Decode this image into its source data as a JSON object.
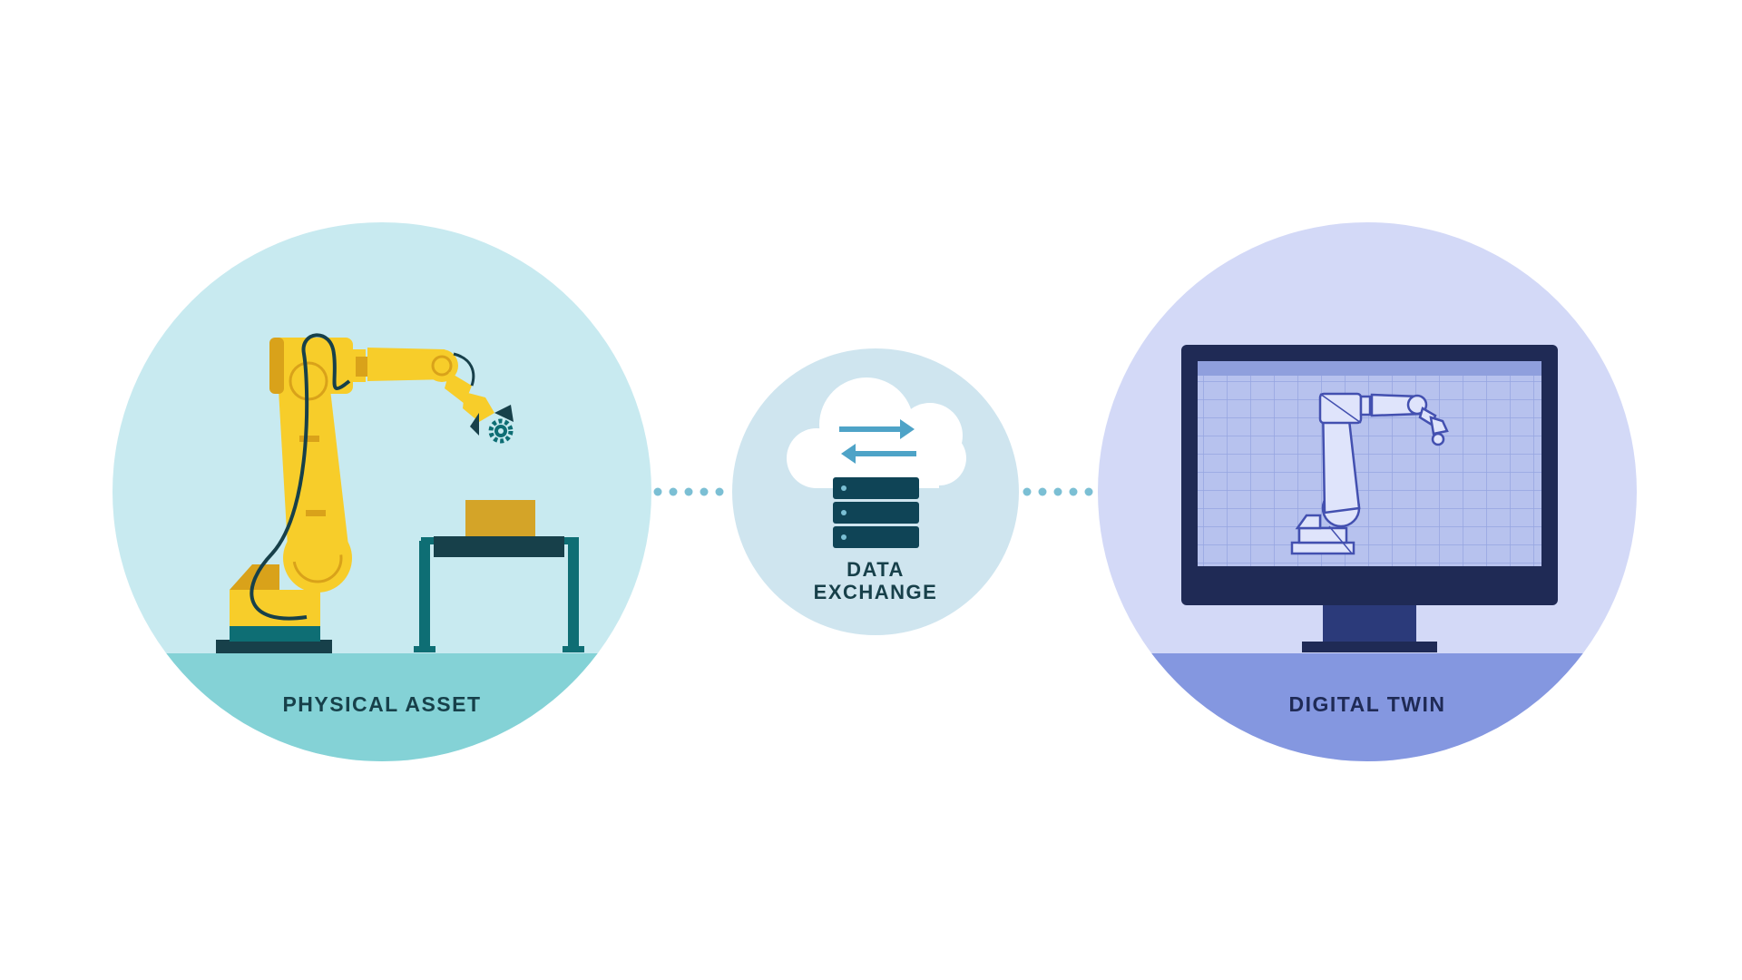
{
  "physical": {
    "label": "PHYSICAL ASSET",
    "colors": {
      "circle": "#c8eaf0",
      "ground": "#84d2d6",
      "robot": "#f7cd2a",
      "robot_shade": "#d9a21a",
      "cable": "#17404a",
      "table": "#0e6e74",
      "box": "#d4a428"
    }
  },
  "exchange": {
    "label_line1": "DATA",
    "label_line2": "EXCHANGE",
    "colors": {
      "circle": "#cfe5ef",
      "cloud": "#ffffff",
      "arrow": "#4ea3c7",
      "server": "#0f4456",
      "dots": "#7bbfd4"
    }
  },
  "digital": {
    "label": "DIGITAL TWIN",
    "colors": {
      "circle": "#d3d9f7",
      "ground": "#8497e0",
      "monitor": "#1f2a55",
      "screen": "#b7c2ee",
      "grid": "#8f9fdd",
      "wireframe": "#4350b0"
    }
  },
  "text_color": "#17404a",
  "twin_text_color": "#1f2a55"
}
